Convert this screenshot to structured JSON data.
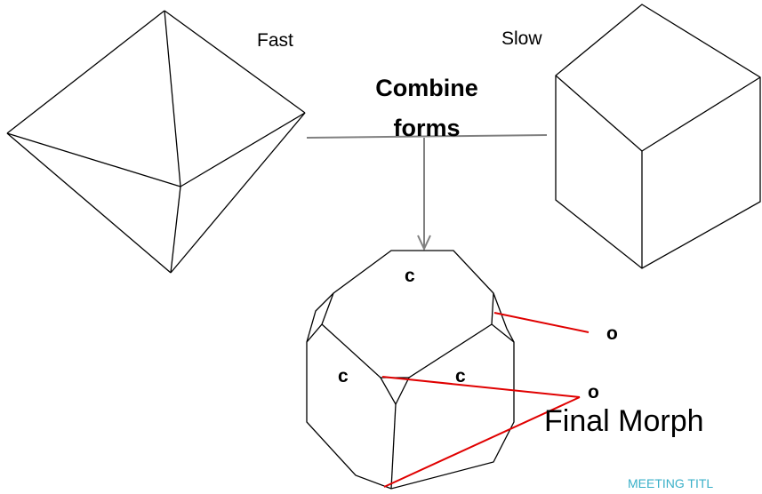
{
  "labels": {
    "fast": "Fast",
    "slow": "Slow",
    "combine": "Combine forms",
    "face_c": "c",
    "face_o": "o",
    "final_morphology": "Final Morph",
    "footer": "MEETING TITL"
  },
  "colors": {
    "line": "#000000",
    "connector": "#808080",
    "leader": "#e00000",
    "footer": "#3ab0c8"
  }
}
